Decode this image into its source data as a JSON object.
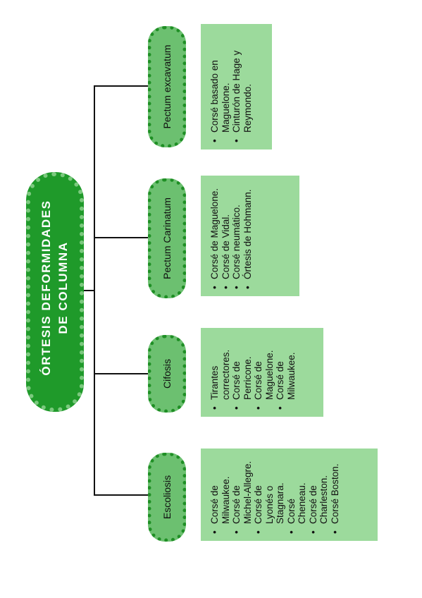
{
  "main": {
    "line1": "ÓRTESIS DEFORMIDADES",
    "line2": "DE COLUMNA"
  },
  "categories": [
    {
      "label": "Pectum excavatum",
      "items": [
        "Corsé basado en Maguelone.",
        "Cinturón de Hage y Reymondo."
      ]
    },
    {
      "label": "Pectum Carinatum",
      "items": [
        "Corsé de Maguelone.",
        "Corsé de Vidal.",
        "Corsé neumático.",
        "Órtesis de Hohmann."
      ]
    },
    {
      "label": "Cifosis",
      "items": [
        "Tirantes correctores.",
        "Corsé de Perricone.",
        "Corsé de Maguelone.",
        "Corsé de Milwaukee."
      ]
    },
    {
      "label": "Escoliosis",
      "items": [
        "Corsé de Milwaukee.",
        "Corsé de Michel-Allegre.",
        "Corsé de Lyonés o Stagnara.",
        "Corsé Cheneau.",
        "Corsé de Charleston.",
        "Corsé Boston."
      ]
    }
  ],
  "colors": {
    "main_fill": "#1f9a2a",
    "category_fill": "#6cc070",
    "detail_fill": "#9cda9c",
    "connector": "#111111"
  }
}
